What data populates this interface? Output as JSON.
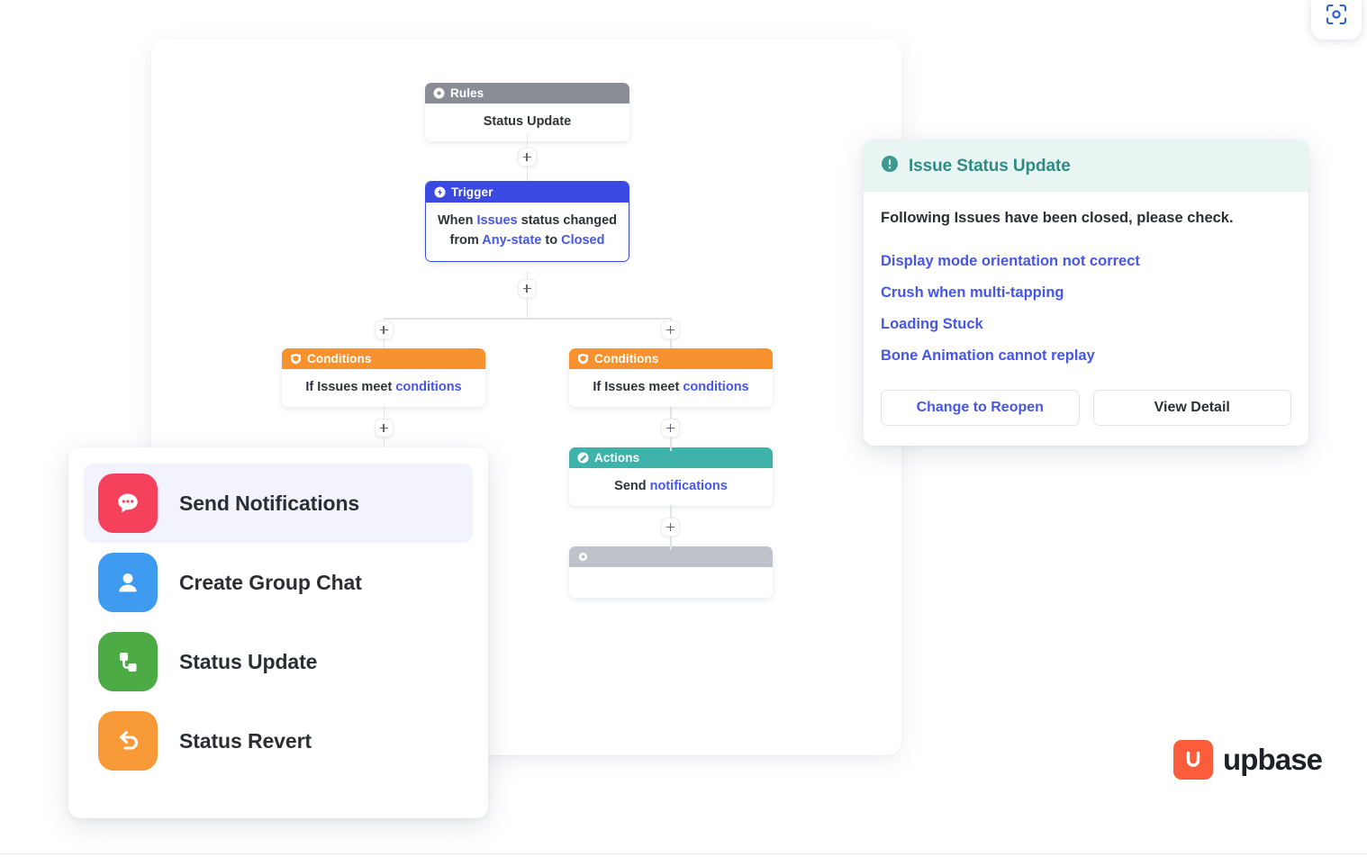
{
  "capture": {
    "icon": "screenshot-capture-icon"
  },
  "flow": {
    "nodes": {
      "rules": {
        "header": "Rules",
        "icon": "clock-icon",
        "body": "Status Update",
        "color": "#8a8d96"
      },
      "trigger": {
        "header": "Trigger",
        "icon": "bolt-icon",
        "body_prefix": "When ",
        "body_link1": "Issues",
        "body_mid": " status changed",
        "body_line2_prefix": "from ",
        "body_link2": "Any-state",
        "body_line2_mid": " to ",
        "body_link3": "Closed",
        "color": "#3a4ae0"
      },
      "conditions_left": {
        "header": "Conditions",
        "icon": "shield-icon",
        "body_prefix": "If Issues meet ",
        "body_link": "conditions",
        "color": "#f7922f"
      },
      "conditions_right": {
        "header": "Conditions",
        "icon": "shield-icon",
        "body_prefix": "If Issues meet ",
        "body_link": "conditions",
        "color": "#f7922f"
      },
      "actions": {
        "header": "Actions",
        "icon": "flash-circle-icon",
        "body_prefix": "Send ",
        "body_link": "notifications",
        "color": "#3fb3a9"
      },
      "placeholder": {
        "header": "",
        "icon": "empty-circle-icon",
        "body": "",
        "color": "#c0c2cb"
      }
    },
    "add_button_label": "+"
  },
  "action_menu": {
    "items": [
      {
        "label": "Send Notifications",
        "icon": "chat-bubble-icon",
        "color": "#f6415c",
        "active": true
      },
      {
        "label": "Create Group Chat",
        "icon": "person-icon",
        "color": "#3f9bf0",
        "active": false
      },
      {
        "label": "Status Update",
        "icon": "flowchart-icon",
        "color": "#4cab45",
        "active": false
      },
      {
        "label": "Status Revert",
        "icon": "undo-arrow-icon",
        "color": "#f79a37",
        "active": false
      }
    ]
  },
  "notification": {
    "title": "Issue Status Update",
    "title_icon": "info-circle-icon",
    "intro": "Following Issues have been closed, please check.",
    "issues": [
      "Display mode orientation not correct",
      "Crush when multi-tapping",
      "Loading Stuck",
      "Bone Animation cannot replay"
    ],
    "primary_button": "Change to Reopen",
    "secondary_button": "View Detail"
  },
  "brand": {
    "name": "upbase",
    "mark_icon": "upbase-logo-icon",
    "mark_color": "#fb5d3c"
  }
}
